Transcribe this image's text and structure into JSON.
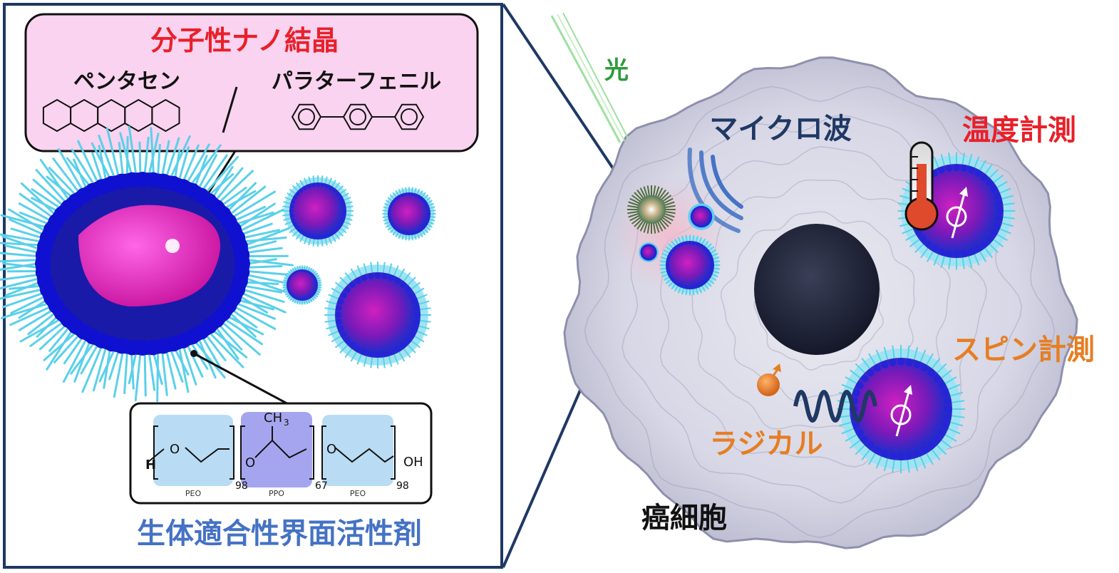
{
  "inset": {
    "title": "分子性ナノ結晶",
    "molecule_left": "ペンタセン",
    "separator": "/",
    "molecule_right": "パラターフェニル",
    "polymer": {
      "h": "H",
      "o1": "O",
      "o2": "O",
      "o3": "O",
      "ch3": "CH",
      "ch3_sub": "3",
      "oh": "OH",
      "n1": "98",
      "n2": "67",
      "n3": "98",
      "block1": "PEO",
      "block2": "PPO",
      "block3": "PEO"
    },
    "surfactant_label": "生体適合性界面活性剤"
  },
  "cell": {
    "light_label": "光",
    "microwave_label": "マイクロ波",
    "temperature_label": "温度計測",
    "spin_label": "スピン計測",
    "radical_label": "ラジカル",
    "cell_label": "癌細胞"
  },
  "colors": {
    "title_red": "#e8202a",
    "surfactant_blue": "#4472c4",
    "navy": "#1f3864",
    "light_green": "#2e9b3a",
    "orange": "#e67e22",
    "magenta": "#e020c0",
    "pink_box": "#f9d3ef",
    "shell_blue": "#1010d0",
    "cyan_tail": "#5ad0ea"
  },
  "icons": [
    "thermometer-icon",
    "spin-arrow-icon",
    "microwave-icon",
    "radical-spin-icon",
    "wave-icon"
  ]
}
